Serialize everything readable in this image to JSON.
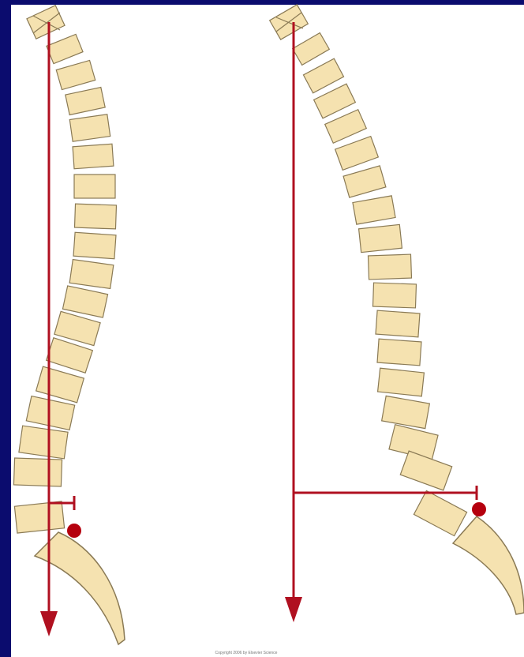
{
  "figure": {
    "background_color": "#0b0c6e",
    "panel_color": "#ffffff",
    "vertebra_color": "#f5e2b0",
    "line_color": "#b01020",
    "copyright_text": "Copyright 2006 by Elsevier Science"
  },
  "panels": [
    {
      "id": "left",
      "items": [
        "c7-reference-marker",
        "plumb-line-arrow",
        "vertebral-column",
        "sacrum",
        "sacral-reference-dot",
        "offset-bracket"
      ]
    },
    {
      "id": "right",
      "items": [
        "c7-reference-marker",
        "plumb-line-arrow",
        "vertebral-column",
        "sacrum",
        "sacral-reference-dot",
        "offset-bracket"
      ]
    }
  ]
}
